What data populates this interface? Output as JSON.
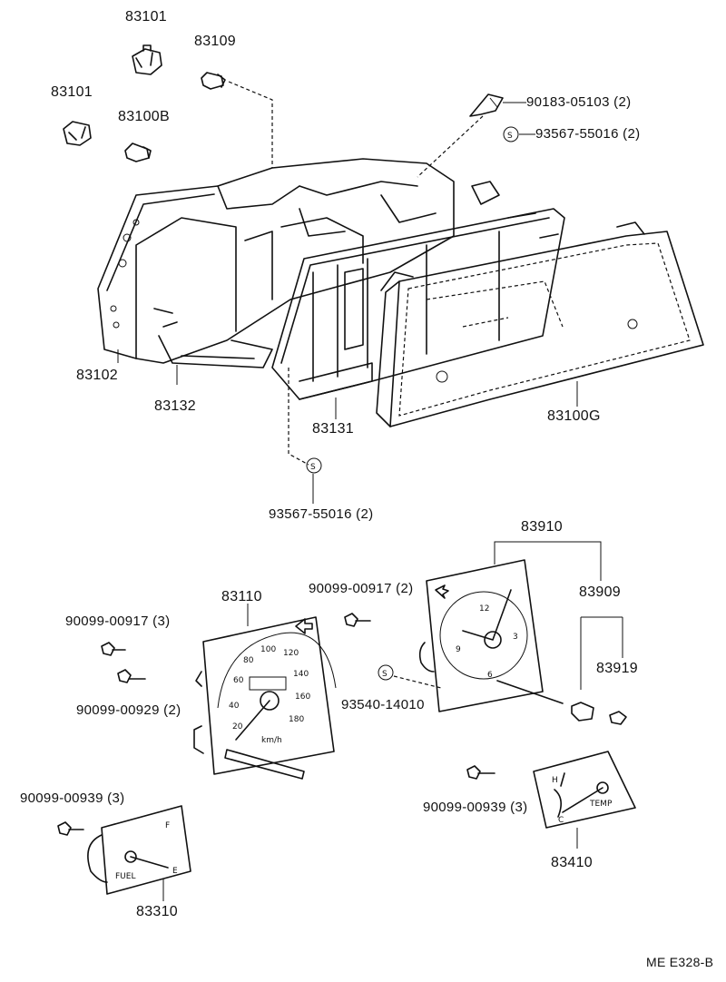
{
  "labels": {
    "p83101a": "83101",
    "p83109": "83109",
    "p83101b": "83101",
    "p83100b": "83100B",
    "p90183": "90183-05103 (2)",
    "p93567top": "93567-55016 (2)",
    "p83102": "83102",
    "p83132": "83132",
    "p83131": "83131",
    "p83100g": "83100G",
    "p93567bot": "93567-55016 (2)",
    "p83910": "83910",
    "p83909": "83909",
    "p83919": "83919",
    "p83110": "83110",
    "p90099_00917_2": "90099-00917 (2)",
    "p90099_00917_3": "90099-00917 (3)",
    "p90099_00929": "90099-00929 (2)",
    "p93540": "93540-14010",
    "p90099_00939_3a": "90099-00939 (3)",
    "p90099_00939_3b": "90099-00939 (3)",
    "p83410": "83410",
    "p83310": "83310",
    "code": "ME E328-B"
  },
  "symbols": {
    "s_mark": "S"
  },
  "gauges": {
    "speedo_unit": "km/h",
    "speedo_ticks": [
      "20",
      "40",
      "60",
      "80",
      "100",
      "120",
      "140",
      "160",
      "180"
    ],
    "clock_numbers": [
      "12",
      "3",
      "6",
      "9"
    ],
    "temp_h": "H",
    "temp_c": "C",
    "temp_label": "TEMP",
    "fuel_f": "F",
    "fuel_e": "E",
    "fuel_label": "FUEL"
  }
}
